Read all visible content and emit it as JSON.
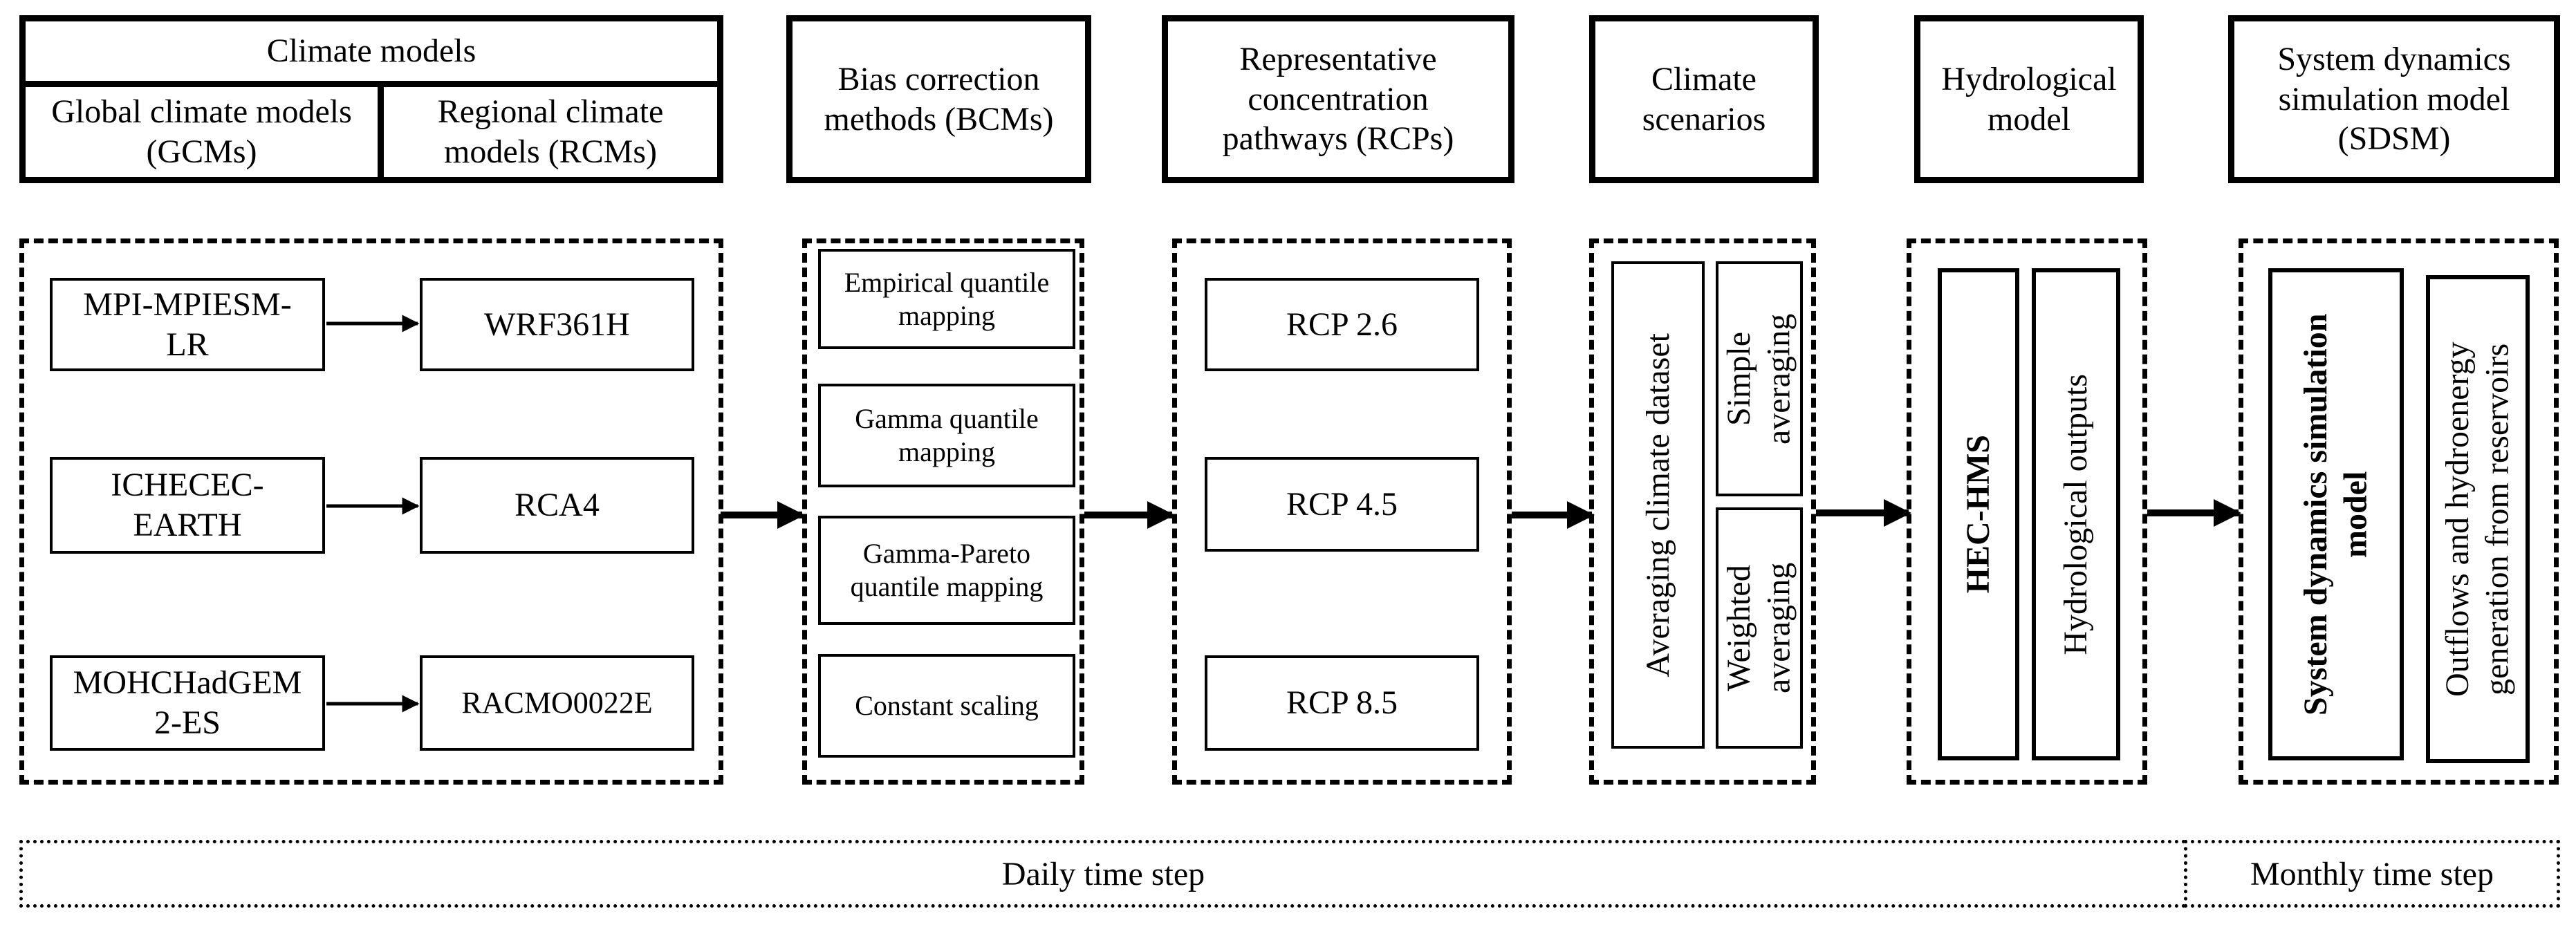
{
  "headers": {
    "climate_models": "Climate models",
    "gcm": "Global climate models (GCMs)",
    "rcm": "Regional climate models (RCMs)",
    "bcm": "Bias correction methods (BCMs)",
    "rcp": "Representative concentration pathways (RCPs)",
    "climate_scenarios": "Climate scenarios",
    "hydrological_model": "Hydrological model",
    "sdsm": "System dynamics simulation model (SDSM)"
  },
  "climate_pairs": [
    {
      "gcm": "MPI-MPIESM-LR",
      "rcm": "WRF361H"
    },
    {
      "gcm": "ICHECEC-EARTH",
      "rcm": "RCA4"
    },
    {
      "gcm": "MOHCHadGEM2-ES",
      "rcm": "RACMO0022E"
    }
  ],
  "bias_methods": [
    "Empirical quantile mapping",
    "Gamma quantile mapping",
    "Gamma-Pareto quantile mapping",
    "Constant scaling"
  ],
  "rcps": [
    "RCP 2.6",
    "RCP 4.5",
    "RCP 8.5"
  ],
  "scenarios": {
    "main": "Averaging climate dataset",
    "simple": "Simple averaging",
    "weighted": "Weighted averaging"
  },
  "hydro": {
    "model": "HEC-HMS",
    "outputs": "Hydrological outputs"
  },
  "sdsm": {
    "model": "System dynamics simulation model",
    "outputs": "Outflows and hydroenergy generation from reservoirs"
  },
  "time_steps": {
    "daily": "Daily time step",
    "monthly": "Monthly time step"
  }
}
